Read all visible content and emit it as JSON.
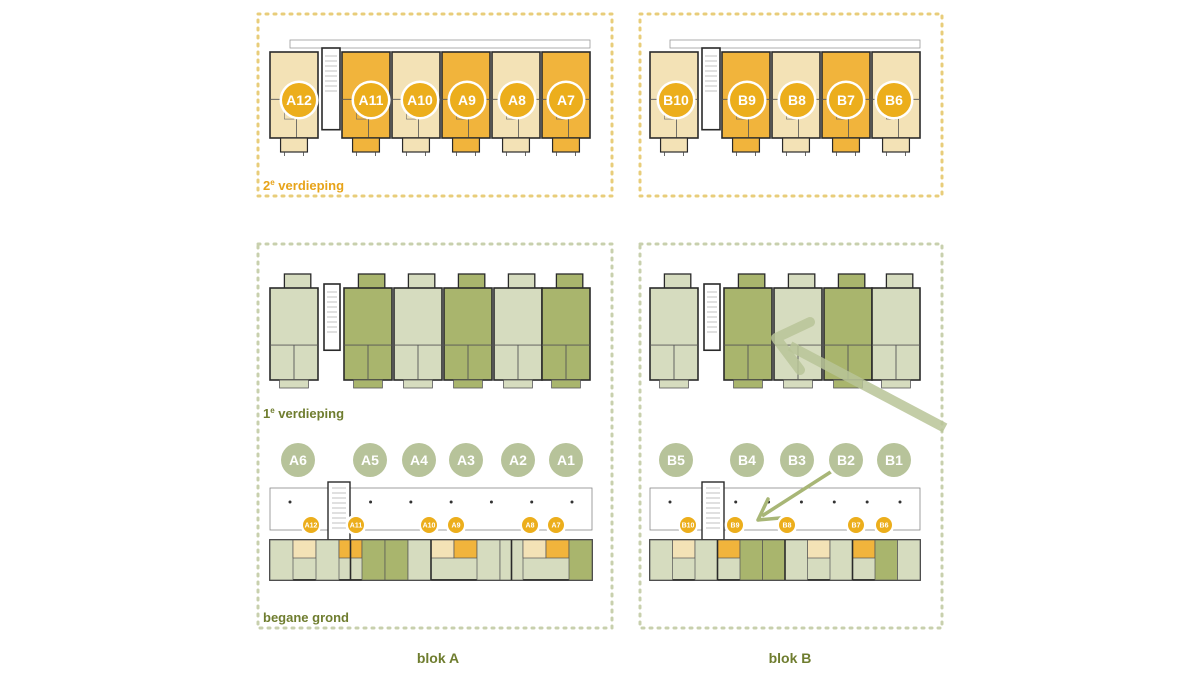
{
  "colors": {
    "yellow_dark": "#f1b43c",
    "yellow_light": "#f3e2b6",
    "yellow_text": "#e7a319",
    "green_dark": "#a9b56d",
    "green_light": "#d6dcbf",
    "green_text": "#6f7d2f",
    "badge_yellow": "#ecae1c",
    "badge_green": "#b7c39a",
    "outline": "#2a2a2a"
  },
  "floors": {
    "second": {
      "label_main": "2",
      "label_sup": "e",
      "label_rest": " verdieping"
    },
    "first": {
      "label_main": "1",
      "label_sup": "e",
      "label_rest": " verdieping"
    },
    "ground": {
      "label": "begane grond"
    }
  },
  "blocks": {
    "a": {
      "label": "blok A",
      "second_floor_units": [
        "A12",
        "A11",
        "A10",
        "A9",
        "A8",
        "A7"
      ],
      "ground_units": [
        "A6",
        "A5",
        "A4",
        "A3",
        "A2",
        "A1"
      ],
      "ground_small_units": [
        "A12",
        "A11",
        "A10",
        "A9",
        "A8",
        "A7"
      ]
    },
    "b": {
      "label": "blok B",
      "second_floor_units": [
        "B10",
        "B9",
        "B8",
        "B7",
        "B6"
      ],
      "ground_units": [
        "B5",
        "B4",
        "B3",
        "B2",
        "B1"
      ],
      "ground_small_units": [
        "B10",
        "B9",
        "B8",
        "B7",
        "B6"
      ]
    }
  }
}
